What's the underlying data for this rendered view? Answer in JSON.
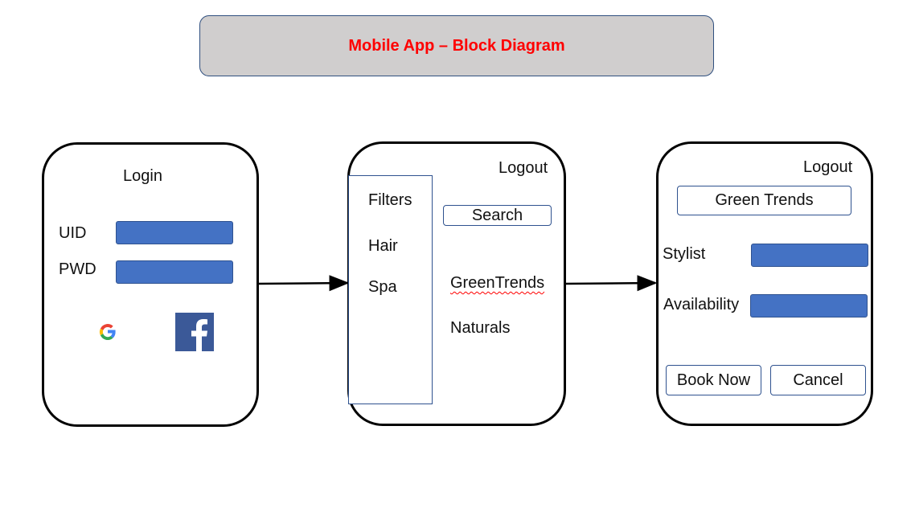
{
  "title": "Mobile App – Block Diagram",
  "colors": {
    "title_text": "#ff0000",
    "title_bg": "#d0cece",
    "field_fill": "#4472c4",
    "outline": "#2f528f"
  },
  "login_screen": {
    "heading": "Login",
    "uid_label": "UID",
    "pwd_label": "PWD",
    "icons": [
      "google-icon",
      "facebook-icon"
    ]
  },
  "search_screen": {
    "logout": "Logout",
    "filters": {
      "heading": "Filters",
      "items": [
        "Hair",
        "Spa"
      ]
    },
    "search_button": "Search",
    "results": [
      "GreenTrends",
      "Naturals"
    ]
  },
  "booking_screen": {
    "logout": "Logout",
    "salon_name": "Green Trends",
    "stylist_label": "Stylist",
    "availability_label": "Availability",
    "book_button": "Book Now",
    "cancel_button": "Cancel"
  }
}
